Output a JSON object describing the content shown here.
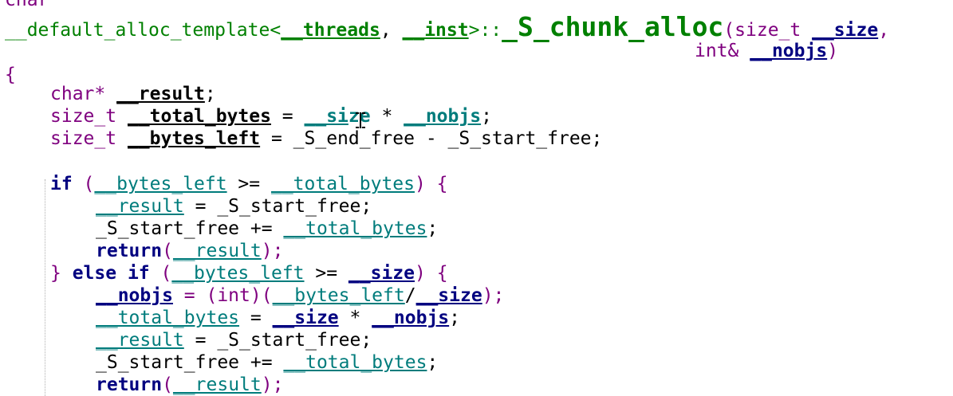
{
  "top_fragment": "char",
  "sig": {
    "prefix": "__default_alloc_template<",
    "p1": "__threads",
    "sep1": ", ",
    "p2": "__inst",
    "mid": ">::",
    "fname": "_S_chunk_alloc",
    "open": "(size_t ",
    "a1": "__size",
    "comma": ",",
    "l2_type": "int& ",
    "a2": "__nobjs",
    "close": ")"
  },
  "code": {
    "brace_open": "{",
    "l_result_t": "char* ",
    "l_result_v": "__result",
    "l_semi": ";",
    "l_tb_t": "size_t ",
    "l_tb_v": "__total_bytes",
    "l_tb_eq": " = ",
    "l_tb_a": "__si",
    "l_tb_a2": "ze",
    "l_tb_op": " * ",
    "l_tb_b": "__nobjs",
    "l_bl_t": "size_t ",
    "l_bl_v": "__bytes_left",
    "l_bl_rest": " = _S_end_free - _S_start_free;",
    "if_kw": "if",
    "if_open": " (",
    "if_a": "__bytes_left",
    "if_op": " >= ",
    "if_b": "__total_bytes",
    "if_close": ") {",
    "r1_a": "__result",
    "r1_rest": " = _S_start_free;",
    "s1_a": "_S_start_free",
    "s1_op": " += ",
    "s1_b": "__total_bytes",
    "ret_kw": "return",
    "ret_open": "(",
    "ret_v": "__result",
    "ret_close": ");",
    "else_close": "} ",
    "else_kw": "else if",
    "ei_open": " (",
    "ei_a": "__bytes_left",
    "ei_op": " >= ",
    "ei_b": "__size",
    "ei_close": ") {",
    "n_a": "__nobjs",
    "n_mid": " = (int)(",
    "n_b": "__bytes_left",
    "n_slash": "/",
    "n_c": "__size",
    "n_close": ");",
    "t_a": "__total_bytes",
    "t_eq": " = ",
    "t_b": "__size",
    "t_op": " * ",
    "t_c": "__nobjs",
    "r2_a": "__result",
    "r2_rest": " = _S_start_free;",
    "s2_a": "_S_start_free",
    "s2_op": " += ",
    "s2_b": "__total_bytes",
    "ret2_kw": "return",
    "ret2_open": "(",
    "ret2_v": "__result",
    "ret2_close": ");"
  },
  "colors": {
    "keyword": "#000080",
    "type": "#7f007f",
    "param": "#007c7c",
    "green": "#008000"
  }
}
